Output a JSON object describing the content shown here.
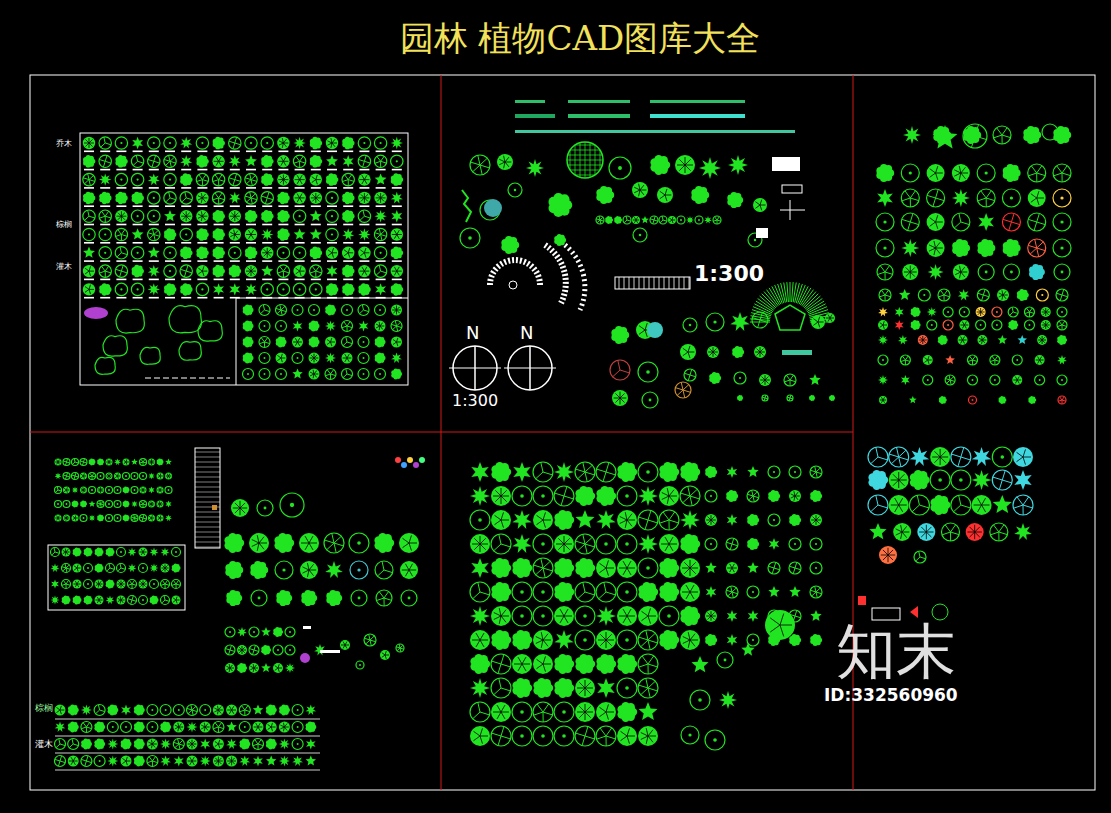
{
  "diagram": {
    "title": "园林 植物CAD图库大全",
    "labels": [
      "乔木",
      "棕榈",
      "灌木",
      "1:300",
      "1:300",
      "N",
      "N",
      "棕榈",
      "灌木",
      "知末",
      "ID:332560960"
    ]
  }
}
